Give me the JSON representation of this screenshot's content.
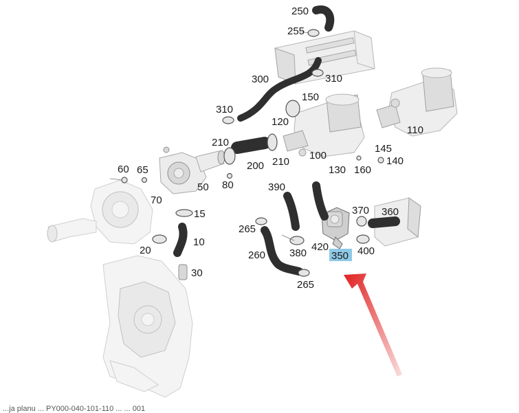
{
  "callouts": [
    {
      "id": "250",
      "label": "250"
    },
    {
      "id": "255",
      "label": "255"
    },
    {
      "id": "300",
      "label": "300"
    },
    {
      "id": "310a",
      "label": "310"
    },
    {
      "id": "310b",
      "label": "310"
    },
    {
      "id": "150",
      "label": "150"
    },
    {
      "id": "120",
      "label": "120"
    },
    {
      "id": "110",
      "label": "110"
    },
    {
      "id": "210a",
      "label": "210"
    },
    {
      "id": "210b",
      "label": "210"
    },
    {
      "id": "200",
      "label": "200"
    },
    {
      "id": "100",
      "label": "100"
    },
    {
      "id": "145",
      "label": "145"
    },
    {
      "id": "130",
      "label": "130"
    },
    {
      "id": "160",
      "label": "160"
    },
    {
      "id": "140",
      "label": "140"
    },
    {
      "id": "60",
      "label": "60"
    },
    {
      "id": "65",
      "label": "65"
    },
    {
      "id": "50",
      "label": "50"
    },
    {
      "id": "80",
      "label": "80"
    },
    {
      "id": "70",
      "label": "70"
    },
    {
      "id": "15",
      "label": "15"
    },
    {
      "id": "10",
      "label": "10"
    },
    {
      "id": "20",
      "label": "20"
    },
    {
      "id": "30",
      "label": "30"
    },
    {
      "id": "390",
      "label": "390"
    },
    {
      "id": "370",
      "label": "370"
    },
    {
      "id": "360",
      "label": "360"
    },
    {
      "id": "265a",
      "label": "265"
    },
    {
      "id": "420",
      "label": "420"
    },
    {
      "id": "400",
      "label": "400"
    },
    {
      "id": "380",
      "label": "380"
    },
    {
      "id": "260",
      "label": "260"
    },
    {
      "id": "350",
      "label": "350"
    },
    {
      "id": "265b",
      "label": "265"
    }
  ],
  "highlight": {
    "label_id": "350",
    "box_color": "#8ec9e6",
    "arrow_color": "#e02020"
  },
  "footer": {
    "text": "...ja planu ... PY000-040-101-110 ... ... 001"
  }
}
